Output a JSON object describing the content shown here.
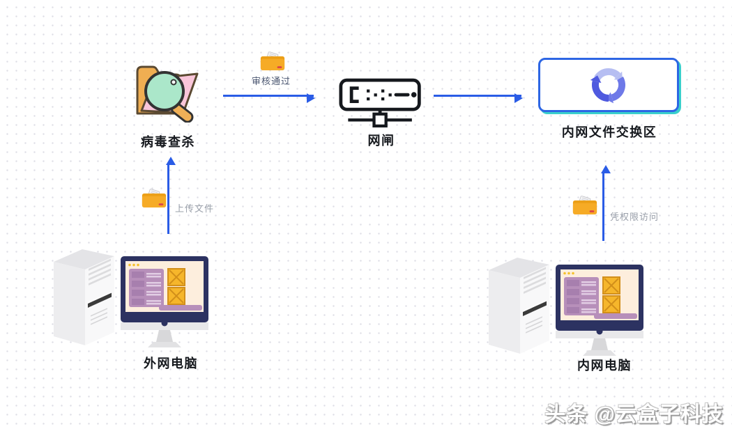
{
  "diagram": {
    "nodes": {
      "virus_scan": {
        "label": "病毒查杀",
        "icon": "folder-magnifier-icon"
      },
      "gatekeeper": {
        "label": "网闸",
        "icon": "network-gate-icon"
      },
      "exchange_zone": {
        "label": "内网文件交换区",
        "icon": "sync-arrows-icon",
        "border_color": "#2d66e4",
        "shadow_color": "#3ad0cc"
      },
      "external_pc": {
        "label": "外网电脑",
        "icon": "desktop-computer-icon"
      },
      "internal_pc": {
        "label": "内网电脑",
        "icon": "desktop-computer-icon"
      }
    },
    "flows": {
      "upload": {
        "label": "上传文件",
        "from": "external_pc",
        "to": "virus_scan",
        "icon": "file-folder-icon"
      },
      "approved": {
        "label": "审核通过",
        "from": "virus_scan",
        "to": "gatekeeper",
        "icon": "file-folder-icon"
      },
      "gate_to_exchange": {
        "label": "",
        "from": "gatekeeper",
        "to": "exchange_zone"
      },
      "access": {
        "label": "凭权限访问",
        "from": "internal_pc",
        "to": "exchange_zone",
        "icon": "file-folder-icon"
      }
    },
    "separator": "network-boundary-dashed-line",
    "watermark": "头条 @云盒子科技",
    "colors": {
      "arrow": "#2a5ce6",
      "node_label": "#15181d",
      "flow_label_dark": "#4a5670",
      "flow_label_gray": "#9aa0aa",
      "exchange_border": "#2d66e4",
      "exchange_shadow": "#3ad0cc"
    }
  }
}
